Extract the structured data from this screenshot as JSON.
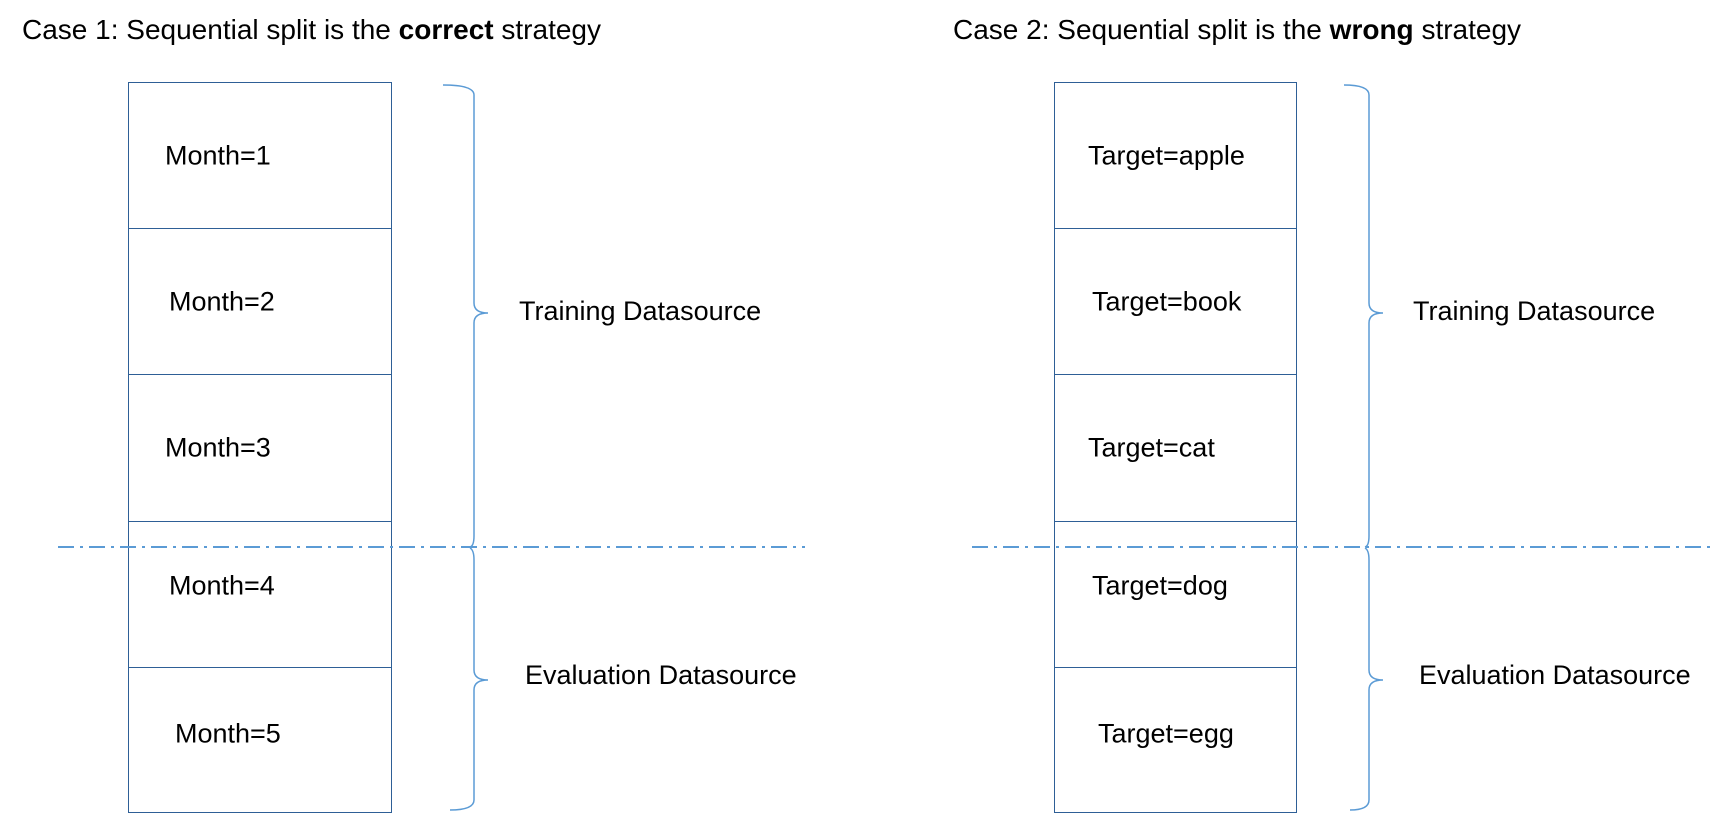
{
  "case1": {
    "title_prefix": "Case 1: Sequential split is the ",
    "title_emphasis": "correct",
    "title_suffix": " strategy",
    "cells": [
      "Month=1",
      "Month=2",
      "Month=3",
      "Month=4",
      "Month=5"
    ],
    "training_label": "Training Datasource",
    "evaluation_label": "Evaluation Datasource"
  },
  "case2": {
    "title_prefix": "Case 2: Sequential split is the ",
    "title_emphasis": "wrong",
    "title_suffix": " strategy",
    "cells": [
      "Target=apple",
      "Target=book",
      "Target=cat",
      "Target=dog",
      "Target=egg"
    ],
    "training_label": "Training Datasource",
    "evaluation_label": "Evaluation Datasource"
  },
  "colors": {
    "box_border": "#2e5f96",
    "split_line": "#5b9bd5",
    "brace": "#5b9bd5"
  }
}
